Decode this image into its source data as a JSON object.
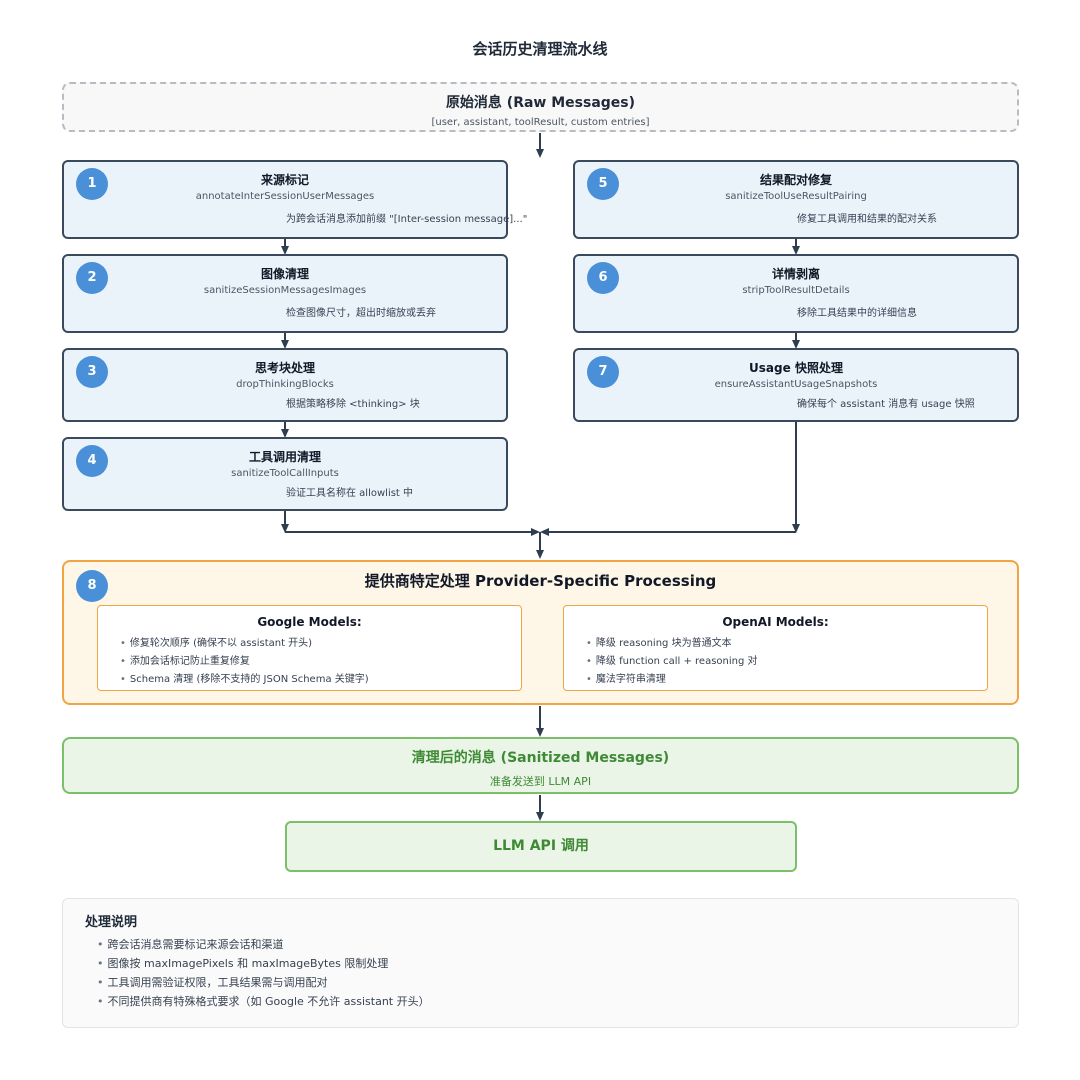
{
  "title": "会话历史清理流水线",
  "raw": {
    "title": "原始消息 (Raw Messages)",
    "subtitle": "[user, assistant, toolResult, custom entries]"
  },
  "steps": [
    {
      "num": "1",
      "name": "来源标记",
      "fn": "annotateInterSessionUserMessages",
      "desc": "为跨会话消息添加前缀 \"[Inter-session message]...\""
    },
    {
      "num": "2",
      "name": "图像清理",
      "fn": "sanitizeSessionMessagesImages",
      "desc": "检查图像尺寸，超出时缩放或丢弃"
    },
    {
      "num": "3",
      "name": "思考块处理",
      "fn": "dropThinkingBlocks",
      "desc": "根据策略移除 <thinking> 块"
    },
    {
      "num": "4",
      "name": "工具调用清理",
      "fn": "sanitizeToolCallInputs",
      "desc": "验证工具名称在 allowlist 中"
    },
    {
      "num": "5",
      "name": "结果配对修复",
      "fn": "sanitizeToolUseResultPairing",
      "desc": "修复工具调用和结果的配对关系"
    },
    {
      "num": "6",
      "name": "详情剥离",
      "fn": "stripToolResultDetails",
      "desc": "移除工具结果中的详细信息"
    },
    {
      "num": "7",
      "name": "Usage 快照处理",
      "fn": "ensureAssistantUsageSnapshots",
      "desc": "确保每个 assistant 消息有 usage 快照"
    }
  ],
  "provider": {
    "num": "8",
    "title": "提供商特定处理 Provider-Specific Processing",
    "google": {
      "title": "Google Models:",
      "items": [
        "修复轮次顺序 (确保不以 assistant 开头)",
        "添加会话标记防止重复修复",
        "Schema 清理 (移除不支持的 JSON Schema 关键字)"
      ]
    },
    "openai": {
      "title": "OpenAI Models:",
      "items": [
        "降级 reasoning 块为普通文本",
        "降级 function call + reasoning 对",
        "魔法字符串清理"
      ]
    }
  },
  "sanitized": {
    "title": "清理后的消息 (Sanitized Messages)",
    "subtitle": "准备发送到 LLM API"
  },
  "llm": {
    "label": "LLM API 调用"
  },
  "notes": {
    "title": "处理说明",
    "items": [
      "跨会话消息需要标记来源会话和渠道",
      "图像按 maxImagePixels 和 maxImageBytes 限制处理",
      "工具调用需验证权限，工具结果需与调用配对",
      "不同提供商有特殊格式要求（如 Google 不允许 assistant 开头）"
    ]
  },
  "colors": {
    "step_border": "#3a4a5c",
    "step_bg": "#ebf3fa",
    "badge": "#4a90d9",
    "provider_border": "#f0a444",
    "provider_bg": "#fef6e7",
    "green_border": "#7bbf6a",
    "green_text": "#3f8a35",
    "arrow": "#2f3e4e"
  }
}
